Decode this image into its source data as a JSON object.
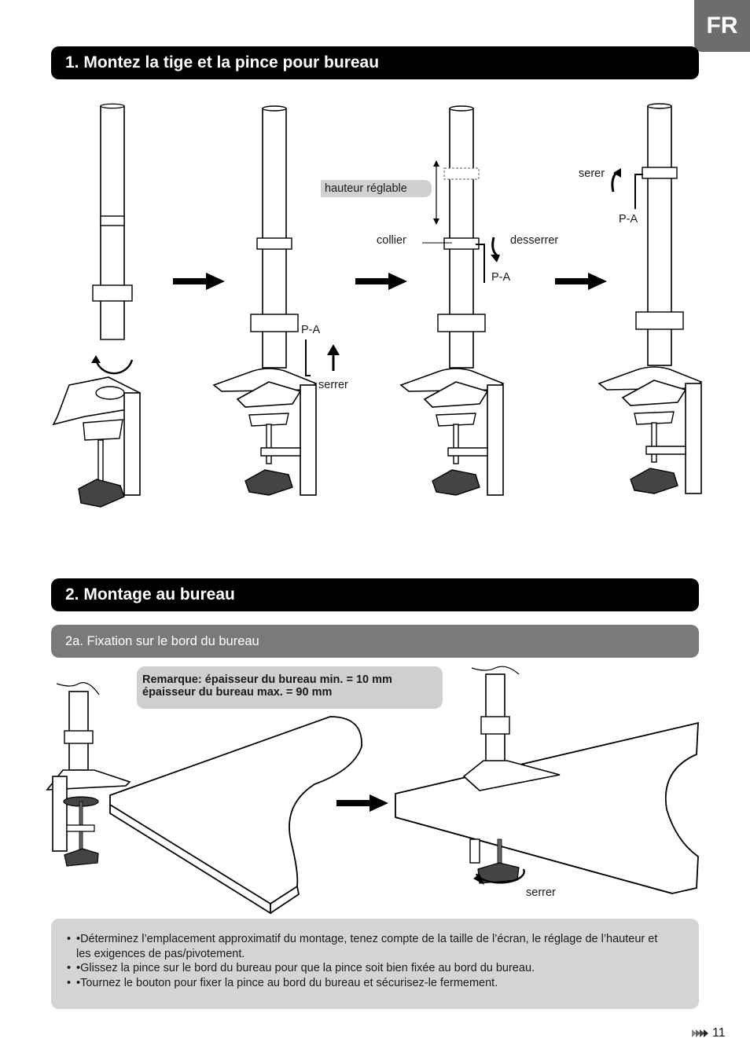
{
  "language_tab": "FR",
  "section1": {
    "title": "1. Montez la tige et la pince pour bureau",
    "labels": {
      "hauteur": "hauteur réglable",
      "collier": "collier",
      "desserrer": "desserrer",
      "pa_step2": "P-A",
      "serrer_step2": "serrer",
      "pa_step3": "P-A",
      "serer_step4": "serer",
      "pa_step4": "P-A"
    }
  },
  "section2": {
    "title": "2. Montage au bureau",
    "subtitle": "2a. Fixation sur le bord du bureau",
    "note_line1": "Remarque: épaisseur du bureau min. = 10 mm",
    "note_line2": "épaisseur du bureau max. = 90 mm",
    "serrer_label": "serrer",
    "instructions": [
      "•Déterminez l’emplacement approximatif du montage, tenez compte de la taille de l’écran, le réglage de l’hauteur et les exigences de pas/pivotement.",
      "•Glissez la pince sur le bord du bureau pour que la pince soit bien fixée au bord du bureau.",
      "•Tournez le bouton pour fixer la pince au bord du bureau et sécurisez-le fermement."
    ]
  },
  "page_number": "11"
}
